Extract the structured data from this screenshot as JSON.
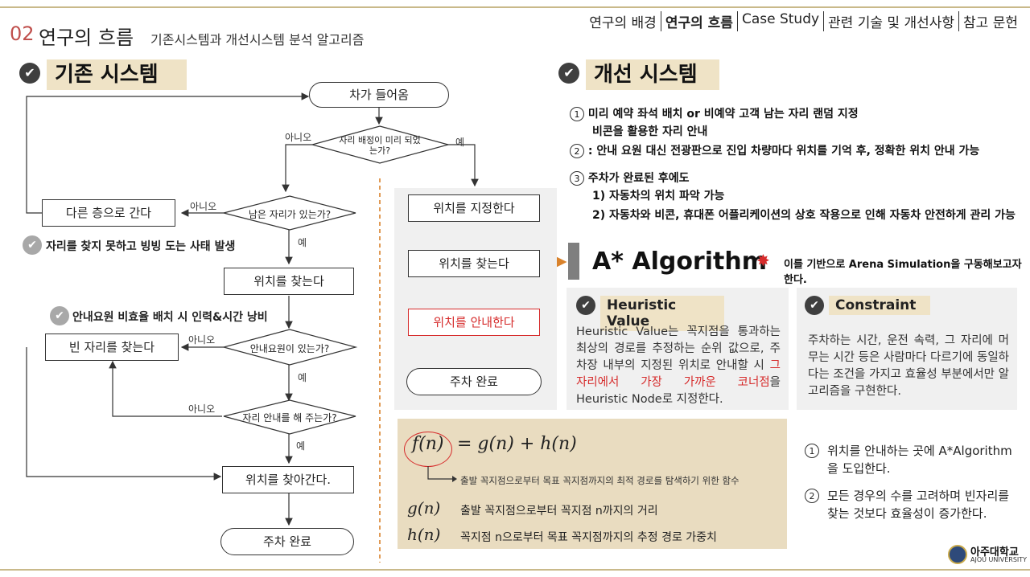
{
  "header": {
    "section_number": "02",
    "section_title": "연구의 흐름",
    "subtitle": "기존시스템과 개선시스템 분석 알고리즘",
    "nav": [
      "연구의 배경",
      "연구의 흐름",
      "Case Study",
      "관련 기술 및 개선사항",
      "참고 문헌"
    ]
  },
  "existing": {
    "title": "기존 시스템",
    "flow": {
      "start": "차가 들어옴",
      "q1": "자리 배정이 미리 되었는가?",
      "q1_no": "아니오",
      "q1_yes": "예",
      "other_floor": "다른 층으로 간다",
      "q2": "남은 자리가 있는가?",
      "q2_no": "아니오",
      "q2_yes": "예",
      "find_location": "위치를 찾는다",
      "find_empty": "빈 자리를 찾는다",
      "q3": "안내요원이 있는가?",
      "q3_no": "아니오",
      "q3_yes": "예",
      "q4": "자리 안내를 해 주는가?",
      "q4_no": "아니오",
      "q4_yes": "예",
      "go_location": "위치를 찾아간다.",
      "end": "주차 완료"
    },
    "note1": "자리를 찾지 못하고 빙빙 도는 사태 발생",
    "note2": "안내요원 비효율 배치 시 인력&시간 낭비"
  },
  "improved": {
    "title": "개선 시스템",
    "flow": {
      "set_location": "위치를 지정한다",
      "find_location": "위치를 찾는다",
      "guide_location": "위치를 안내한다",
      "end": "주차 완료"
    },
    "list": [
      {
        "num": "1",
        "lines": [
          "미리 예약 좌석 배치 or 비예약 고객 남는 자리 랜덤 지정",
          "비콘을 활용한 자리 안내"
        ]
      },
      {
        "num": "2",
        "lines": [
          ": 안내 요원 대신 전광판으로 진입 차량마다 위치를 기억 후, 정확한 위치 안내 가능"
        ]
      },
      {
        "num": "3",
        "lines": [
          "주차가 완료된 후에도",
          "1) 자동차의 위치 파악 가능",
          "2) 자동차와 비콘, 휴대폰 어플리케이션의 상호 작용으로 인해 자동차 안전하게 관리 가능"
        ]
      }
    ],
    "astar_title": "A* Algorithm",
    "astar_note": "이를 기반으로 Arena Simulation을 구동해보고자 한다.",
    "heuristic": {
      "title": "Heuristic Value",
      "text_before": "Heuristic Value는 꼭지점을 통과하는 최상의 경로를 추정하는 순위 값으로, 주차장 내부의 지정된 위치로 안내할 시 ",
      "text_red": "그 자리에서 가장 가까운 코너점",
      "text_after": "을 Heuristic Node로 지정한다."
    },
    "constraint": {
      "title": "Constraint",
      "text": "주차하는 시간, 운전 속력, 그 자리에 머무는 시간 등은 사람마다 다르기에 동일하다는 조건을 가지고 효율성 부분에서만 알고리즘을 구현한다."
    },
    "formula": {
      "f_term": "f(n)",
      "rhs": "= g(n) + h(n)",
      "f_desc": "출발 꼭지점으로부터 목표 꼭지점까지의 최적 경로를 탐색하기 위한 함수",
      "g_term": "g(n)",
      "g_desc": "출발 꼭지점으로부터 꼭지점 n까지의 거리",
      "h_term": "h(n)",
      "h_desc": "꼭지점 n으로부터 목표 꼭지점까지의 추정 경로 가중치"
    },
    "conclusion": [
      {
        "num": "1",
        "text": "위치를 안내하는 곳에 A*Algorithm을 도입한다."
      },
      {
        "num": "2",
        "text": "모든 경우의 수를 고려하며 빈자리를 찾는 것보다 효율성이 증가한다."
      }
    ]
  },
  "logo": {
    "korean": "아주대학교",
    "english": "AJOU UNIVERSITY"
  },
  "colors": {
    "accent": "#c0504d",
    "beige": "#efe3c6",
    "panel": "#f0f0f0",
    "red": "#d62c2c",
    "orange": "#d9822b"
  }
}
